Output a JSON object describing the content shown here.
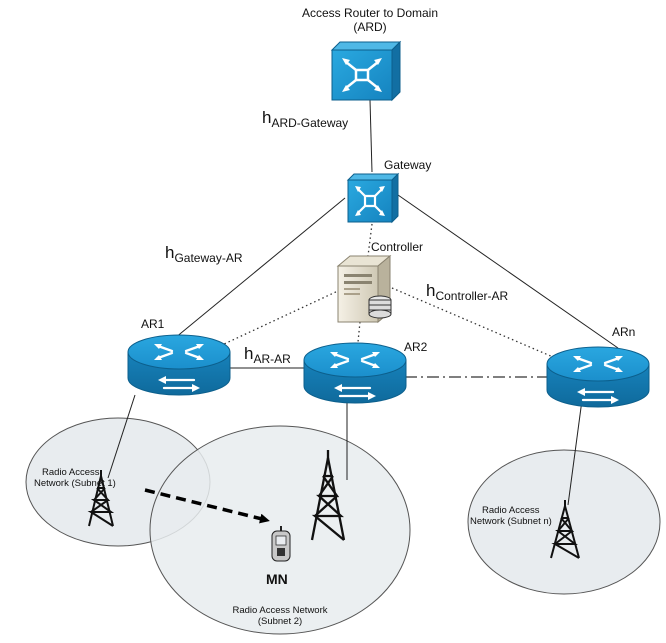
{
  "diagram": {
    "ard": {
      "title_line1": "Access Router to Domain",
      "title_line2": "(ARD)"
    },
    "gateway_label": "Gateway",
    "controller_label": "Controller",
    "ar1_label": "AR1",
    "ar2_label": "AR2",
    "arn_label": "ARn",
    "mn_label": "MN",
    "links": {
      "ard_gateway": {
        "h": "h",
        "sub": "ARD-Gateway"
      },
      "gateway_ar": {
        "h": "h",
        "sub": "Gateway-AR"
      },
      "controller_ar": {
        "h": "h",
        "sub": "Controller-AR"
      },
      "ar_ar": {
        "h": "h",
        "sub": "AR-AR"
      }
    },
    "ran1": {
      "line1": "Radio Access",
      "line2": "Network (Subnet 1)"
    },
    "ran2": {
      "line1": "Radio Access Network",
      "line2": "(Subnet 2)"
    },
    "ran3": {
      "line1": "Radio Access",
      "line2": "Network (Subnet n)"
    }
  },
  "colors": {
    "switch_blue": "#1a9bd7",
    "router_blue": "#1690c8",
    "cloud_fill": "#e6eaee",
    "line": "#222222"
  },
  "icons": [
    "switch-icon",
    "router-icon",
    "server-icon",
    "antenna-tower-icon",
    "mobile-phone-icon"
  ]
}
